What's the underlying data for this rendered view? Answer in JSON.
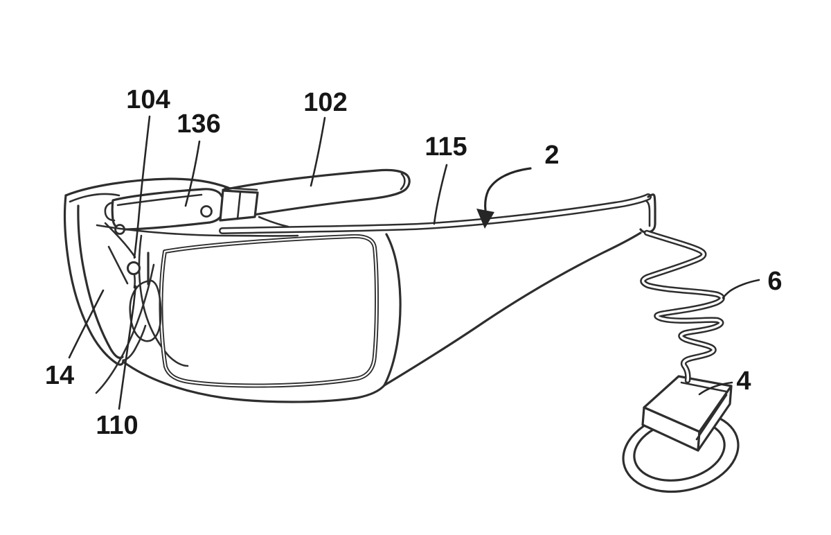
{
  "figure": {
    "kind": "patent-line-drawing",
    "background": "#ffffff",
    "line_color": "#2e2e2e",
    "label_color": "#161616",
    "labels": [
      {
        "text": "104",
        "target": "front-frame-sensor-area"
      },
      {
        "text": "136",
        "target": "electronics-module"
      },
      {
        "text": "102",
        "target": "temple-arm-paddle"
      },
      {
        "text": "115",
        "target": "temple-top-edge"
      },
      {
        "text": "2",
        "target": "eyeglasses-assembly"
      },
      {
        "text": "6",
        "target": "coiled-cable"
      },
      {
        "text": "4",
        "target": "ring-device-box"
      },
      {
        "text": "14",
        "target": "left-lens"
      },
      {
        "text": "110",
        "target": "front-aperture"
      }
    ]
  }
}
